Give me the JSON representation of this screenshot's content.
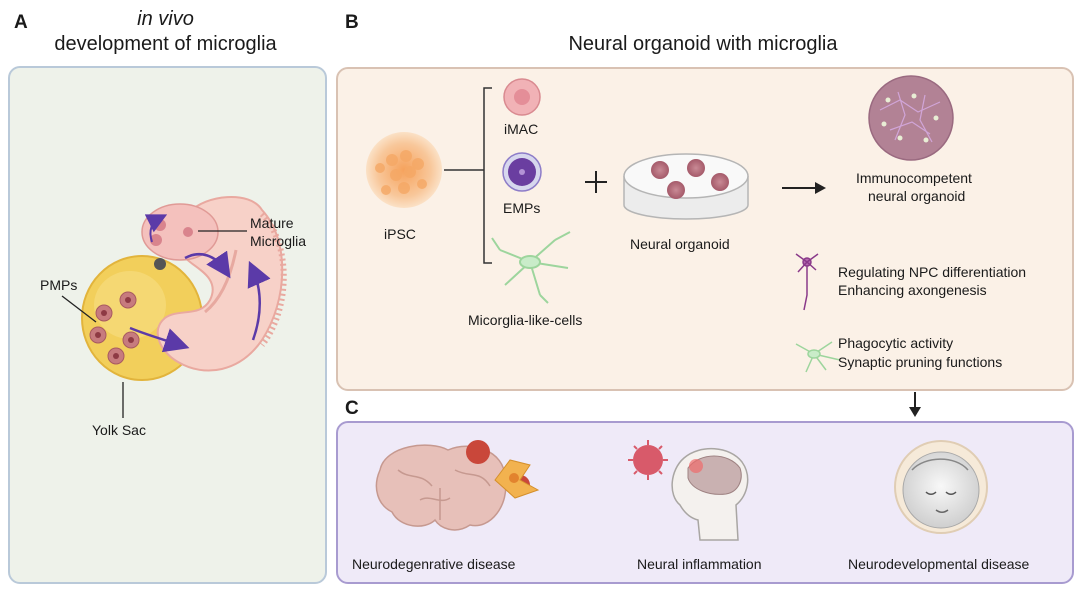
{
  "panelA": {
    "letter": "A",
    "title_italic": "in vivo",
    "title": "development of microglia",
    "labels": {
      "mature": "Mature",
      "microglia": "Microglia",
      "pmps": "PMPs",
      "yolk_sac": "Yolk Sac"
    }
  },
  "panelB": {
    "letter": "B",
    "title": "Neural organoid with microglia",
    "ipsc": "iPSC",
    "imac": "iMAC",
    "emps": "EMPs",
    "mlc": "Micorglia-like-cells",
    "organoid": "Neural organoid",
    "immuno_1": "Immunocompetent",
    "immuno_2": "neural organoid",
    "func1_a": "Regulating NPC differentiation",
    "func1_b": "Enhancing axongenesis",
    "func2_a": "Phagocytic activity",
    "func2_b": "Synaptic pruning functions"
  },
  "panelC": {
    "letter": "C",
    "d1": "Neurodegenrative disease",
    "d2": "Neural inflammation",
    "d3": "Neurodevelopmental disease"
  },
  "colors": {
    "panelA_bg": "#eef2ea",
    "panelA_border": "#b9c9d9",
    "panelB_bg": "#fbf1e7",
    "panelB_border": "#d9c2b3",
    "panelC_bg": "#efeaf8",
    "panelC_border": "#a89bd0"
  }
}
